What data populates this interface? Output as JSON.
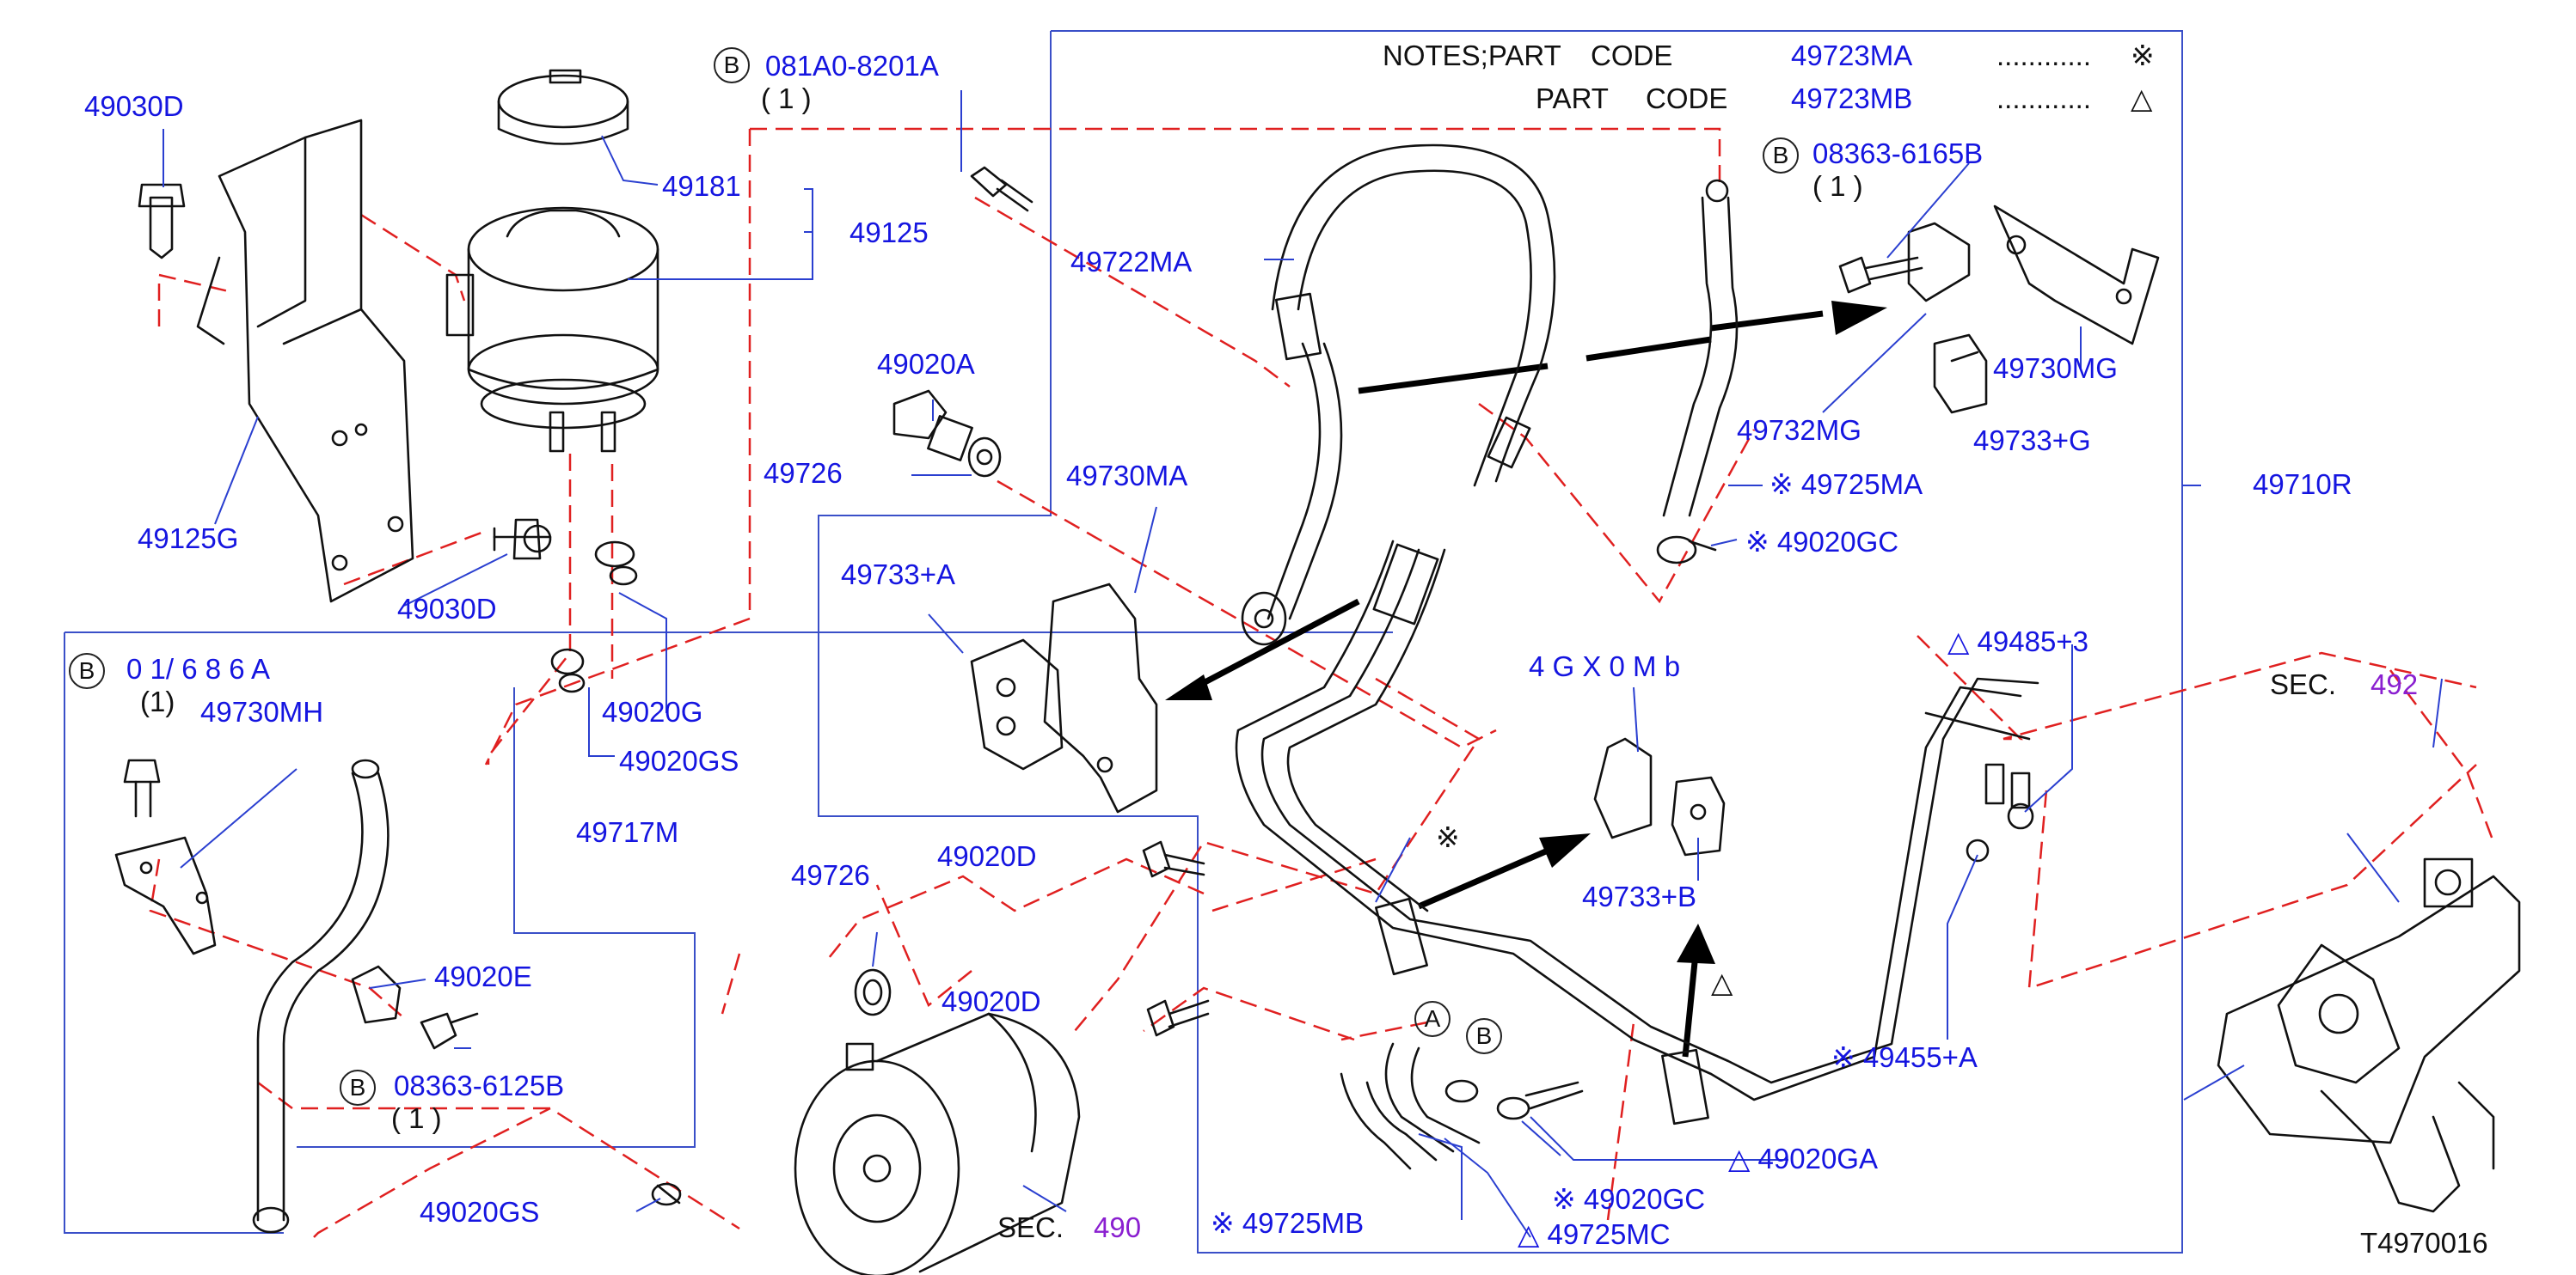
{
  "figure_code": "T4970016",
  "notes": {
    "heading": "NOTES;PART",
    "code_word_1": "CODE",
    "part_word_2": "PART",
    "code_word_2": "CODE",
    "code_1": "49723MA",
    "code_2": "49723MB",
    "dots_1": "............",
    "dots_2": "............",
    "symbol_1": "※",
    "symbol_2": "△"
  },
  "callouts": {
    "b": "B",
    "a": "A"
  },
  "labels": {
    "p49030D_top": "49030D",
    "p081A0": "081A0-8201A",
    "qty_1": "( 1 )",
    "p49181": "49181",
    "p49125": "49125",
    "p49722MA": "49722MA",
    "p49125G": "49125G",
    "p49020A": "49020A",
    "p49726_a": "49726",
    "p49730MA": "49730MA",
    "p49030D_bot": "49030D",
    "p49733A": "49733+A",
    "p08363_6165B": "08363-6165B",
    "qty_2": "( 1 )",
    "p49730MG": "49730MG",
    "p49732MG": "49732MG",
    "p49733G": "49733+G",
    "p49725MA": "※ 49725MA",
    "p49710R": "49710R",
    "p49020GC_a": "※ 49020GC",
    "p_garbled_left": "0 1/ 6 8 6 A",
    "qty_3": "(1)",
    "p49730MH": "49730MH",
    "p49020G": "49020G",
    "p49020GS_a": "49020GS",
    "p49717M": "49717M",
    "p_garbled_mid": "4 G X 0 M b",
    "p_garbled_right": "△ 49485+3",
    "sec_492_prefix": "SEC.",
    "sec_492_num": "492",
    "p49726_b": "49726",
    "p49020D_a": "49020D",
    "mark_ref": "※",
    "p49733B": "49733+B",
    "p49020E": "49020E",
    "p49020D_b": "49020D",
    "tri_mark": "△",
    "p49455A": "※ 49455+A",
    "p08363_6125B": "08363-6125B",
    "qty_4": "( 1 )",
    "p49020GA": "△ 49020GA",
    "p49020GC_b": "※ 49020GC",
    "p49020GS_b": "49020GS",
    "sec_490_prefix": "SEC.",
    "sec_490_num": "490",
    "p49725MB": "※ 49725MB",
    "p49725MC": "△ 49725MC"
  }
}
